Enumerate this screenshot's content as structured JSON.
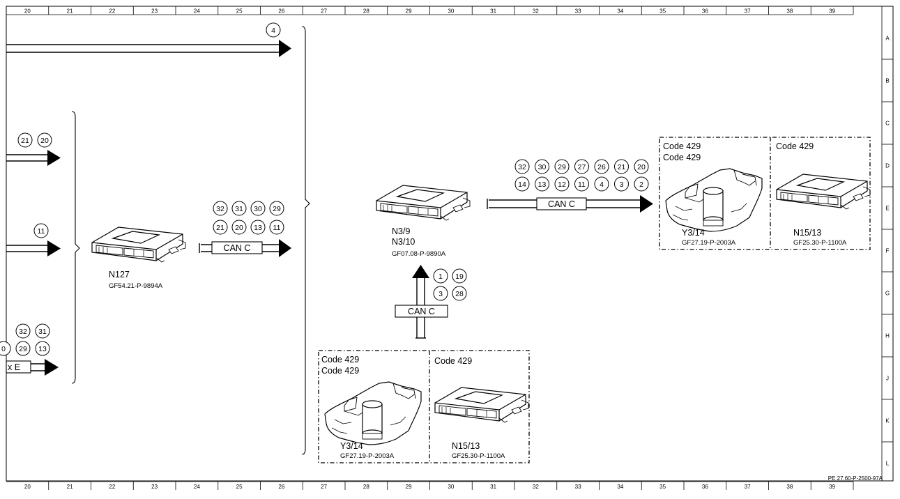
{
  "grid": {
    "columns": [
      "20",
      "21",
      "22",
      "23",
      "24",
      "25",
      "26",
      "27",
      "28",
      "29",
      "30",
      "31",
      "32",
      "33",
      "34",
      "35",
      "36",
      "37",
      "38",
      "39"
    ],
    "rows": [
      "A",
      "B",
      "C",
      "D",
      "E",
      "F",
      "G",
      "H",
      "J",
      "K",
      "L"
    ]
  },
  "reference": "PE 27.60-P-2500-97A",
  "components": {
    "n127": {
      "name": "N127",
      "doc": "GF54.21-P-9894A"
    },
    "n39": {
      "name1": "N3/9",
      "name2": "N3/10",
      "doc": "GF07.08-P-9890A"
    },
    "y314_right": {
      "code1": "Code 429",
      "code2": "Code 429",
      "name": "Y3/14",
      "doc": "GF27.19-P-2003A"
    },
    "n1513_right": {
      "code": "Code 429",
      "name": "N15/13",
      "doc": "GF25.30-P-1100A"
    },
    "y314_bottom": {
      "code1": "Code 429",
      "code2": "Code 429",
      "name": "Y3/14",
      "doc": "GF27.19-P-2003A"
    },
    "n1513_bottom": {
      "code": "Code 429",
      "name": "N15/13",
      "doc": "GF25.30-P-1100A"
    }
  },
  "buses": {
    "can_n127": "CAN C",
    "can_right": "CAN C",
    "can_bottom": "CAN C",
    "partial_left": "x E"
  },
  "signals": {
    "top": [
      "4"
    ],
    "row_c": [
      "21",
      "20"
    ],
    "row_e": [
      "11"
    ],
    "row_j1": [
      "32",
      "31"
    ],
    "row_j2": [
      "0",
      "29",
      "13"
    ],
    "n127_top": [
      "32",
      "31",
      "30",
      "29"
    ],
    "n127_bottom": [
      "21",
      "20",
      "13",
      "11"
    ],
    "right_top": [
      "32",
      "30",
      "29",
      "27",
      "26",
      "21",
      "20"
    ],
    "right_bottom": [
      "14",
      "13",
      "12",
      "11",
      "4",
      "3",
      "2"
    ],
    "up_top": [
      "1",
      "19"
    ],
    "up_bottom": [
      "3",
      "28"
    ]
  }
}
